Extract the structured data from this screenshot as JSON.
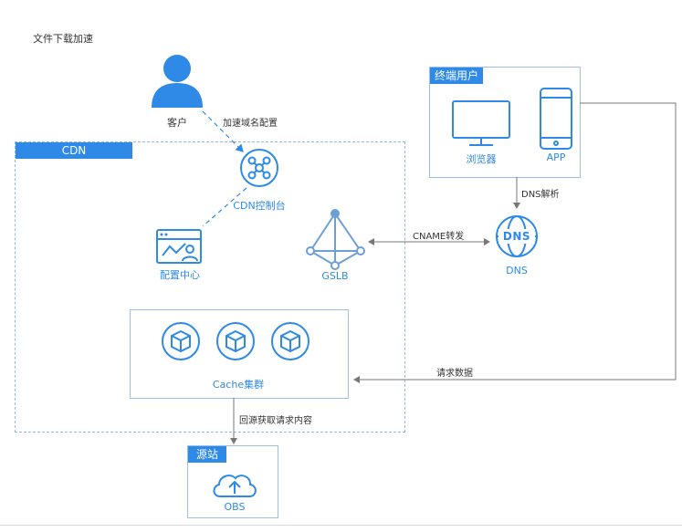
{
  "title": "文件下载加速",
  "customer": {
    "label": "客户",
    "edge_label": "加速域名配置"
  },
  "cdn": {
    "tag": "CDN",
    "console_label": "CDN控制台",
    "config_center_label": "配置中心",
    "gslb_label": "GSLB",
    "cache_cluster_label": "Cache集群"
  },
  "end_users": {
    "tag": "终端用户",
    "browser_label": "浏览器",
    "app_label": "APP"
  },
  "dns": {
    "label": "DNS",
    "icon_text": "DNS"
  },
  "edges": {
    "dns_resolve": "DNS解析",
    "cname_forward": "CNAME转发",
    "request_data": "请求数据",
    "back_to_origin": "回源获取请求内容"
  },
  "origin": {
    "tag": "源站",
    "obs_label": "OBS"
  },
  "colors": {
    "accent": "#2e8ae6",
    "line": "#8a8a8a"
  }
}
